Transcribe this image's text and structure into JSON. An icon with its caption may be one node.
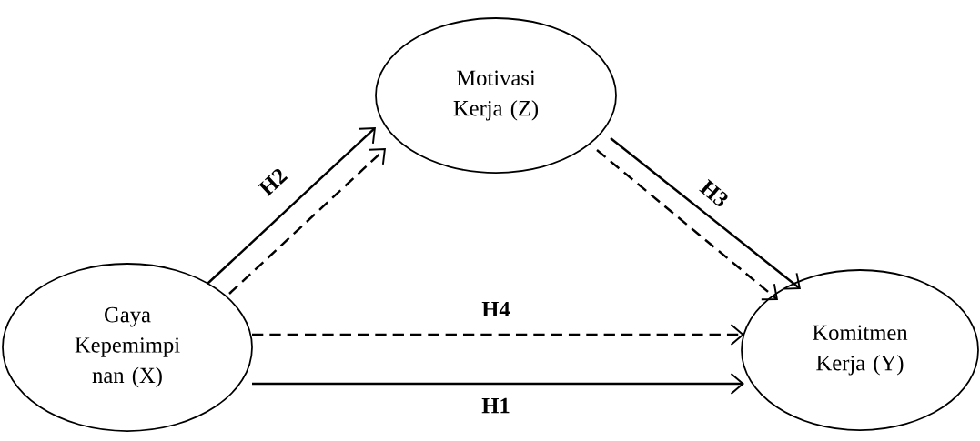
{
  "diagram": {
    "nodes": [
      {
        "text": [
          "Gaya Kepemimpi nan (X)"
        ]
      },
      {
        "text": [
          "Motivasi Kerja (Z)"
        ]
      },
      {
        "text": [
          "Komitmen Kerja (Y)"
        ]
      }
    ],
    "edges": [
      {
        "from": 0,
        "to": 1,
        "arrow": "to",
        "label": "H2"
      },
      {
        "from": 0,
        "to": 1,
        "arrow": "to",
        "style": "dashed"
      },
      {
        "from": 1,
        "to": 2,
        "arrow": "to",
        "label": "H3"
      },
      {
        "from": 1,
        "to": 2,
        "arrow": "to",
        "style": "dashed"
      },
      {
        "from": 0,
        "to": 2,
        "arrow": "to",
        "style": "dashed",
        "label": "H4"
      },
      {
        "from": 0,
        "to": 2,
        "arrow": "to",
        "label": "H1"
      }
    ]
  }
}
